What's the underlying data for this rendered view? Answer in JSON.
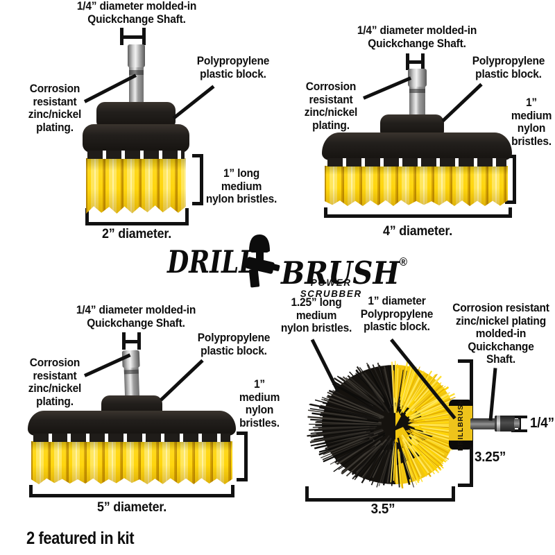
{
  "logo": {
    "word1": "DRILL",
    "word2": "BRUSH",
    "registered": "®",
    "tagline": "POWER SCRUBBER"
  },
  "footer": {
    "kit_note": "2 featured in kit"
  },
  "brush_2in": {
    "shaft_callout": "1/4” diameter molded-in\nQuickchange Shaft.",
    "block_callout": "Polypropylene\nplastic block.",
    "plating_callout": "Corrosion\nresistant\nzinc/nickel\nplating.",
    "bristle_callout": "1” long\nmedium\nnylon bristles.",
    "diameter_label": "2” diameter."
  },
  "brush_4in": {
    "shaft_callout": "1/4” diameter molded-in\nQuickchange Shaft.",
    "block_callout": "Polypropylene\nplastic block.",
    "plating_callout": "Corrosion\nresistant\nzinc/nickel\nplating.",
    "bristle_callout": "1”\nmedium\nnylon\nbristles.",
    "diameter_label": "4” diameter."
  },
  "brush_5in": {
    "shaft_callout": "1/4” diameter molded-in\nQuickchange Shaft.",
    "block_callout": "Polypropylene\nplastic block.",
    "plating_callout": "Corrosion\nresistant\nzinc/nickel\nplating.",
    "bristle_callout": "1”\nmedium\nnylon\nbristles.",
    "diameter_label": "5” diameter."
  },
  "brush_original": {
    "bristle_callout": "1.25” long\nmedium\nnylon bristles.",
    "block_callout": "1” diameter\nPolypropylene\nplastic block.",
    "shaft_callout": "Corrosion resistant\nzinc/nickel plating\nmolded-in\nQuickchange\nShaft.",
    "height_label": "3.25”",
    "width_label": "3.5”",
    "shaft_diameter_label": "1/4”",
    "collar_text": "DRILLBRUSH"
  },
  "colors": {
    "bristle_yellow": "#ffd60e",
    "bristle_shadow": "#c08f00",
    "block_black": "#1d1a17",
    "collar_yellow": "#eec31b",
    "metal_grey": "#c7c7c7",
    "annotation_black": "#111111",
    "background": "#ffffff"
  }
}
